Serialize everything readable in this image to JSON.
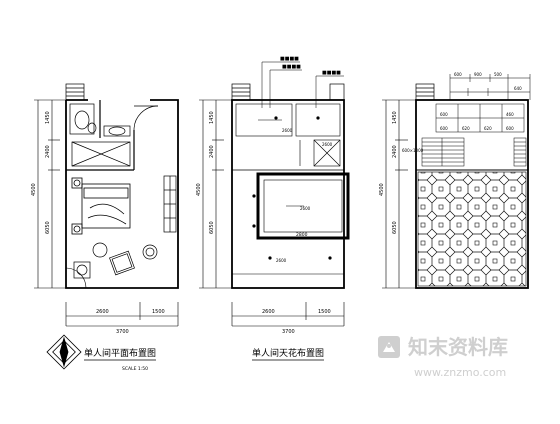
{
  "plans": {
    "plan1": {
      "title": "单人间平面布置图",
      "scale": "SCALE 1:50",
      "dim_bottom": [
        "2600",
        "1500"
      ],
      "dim_total": "3700",
      "dim_left": [
        "1450",
        "2400",
        "6050",
        "4500"
      ]
    },
    "plan2": {
      "title": "单人间天花布置图",
      "dim_bottom": [
        "2600",
        "1500"
      ],
      "dim_total": "3700",
      "dim_left": [
        "1450",
        "2400",
        "6050",
        "4500"
      ],
      "callouts": [
        "■■■■",
        "■■■■",
        "■■■■"
      ],
      "ceiling_dim": "2800",
      "ceiling_marks": [
        "2600",
        "2600",
        "2600",
        "2600"
      ]
    },
    "plan3": {
      "dim_left": [
        "1450",
        "2400",
        "6050",
        "4500"
      ],
      "top_dims": [
        "600",
        "900",
        "500",
        "640"
      ],
      "top_dims2": [
        "600",
        "620",
        "620",
        "600",
        "600",
        "460"
      ],
      "side_label": "600×1000"
    }
  },
  "watermark": {
    "site_cn": "知末资料库",
    "site_url": "www.znzmo.com"
  }
}
